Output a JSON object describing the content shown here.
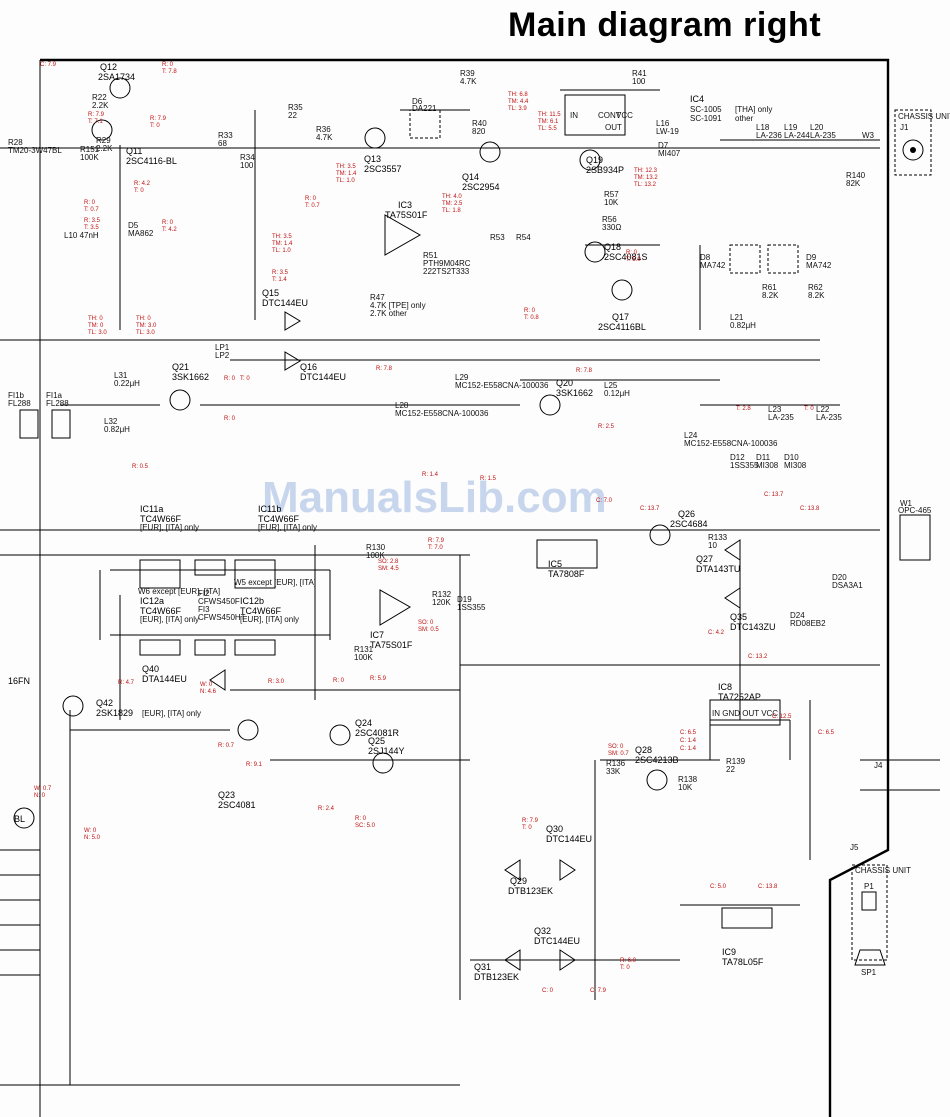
{
  "title": "Main diagram right",
  "watermark": "ManualsLib.com",
  "ics": [
    {
      "ref": "IC3",
      "part": "TA75S01F"
    },
    {
      "ref": "IC4",
      "part": "SC-1005",
      "note": "[THA] only",
      "part2": "SC-1091",
      "note2": "other"
    },
    {
      "ref": "IC5",
      "part": "TA7808F"
    },
    {
      "ref": "IC7",
      "part": "TA75S01F"
    },
    {
      "ref": "IC8",
      "part": "TA7252AP"
    },
    {
      "ref": "IC9",
      "part": "TA78L05F"
    },
    {
      "ref": "IC11a",
      "part": "TC4W66F",
      "note": "[EUR], [ITA] only"
    },
    {
      "ref": "IC11b",
      "part": "TC4W66F",
      "note": "[EUR], [ITA] only"
    },
    {
      "ref": "IC12a",
      "part": "TC4W66F",
      "note": "[EUR], [ITA] only"
    },
    {
      "ref": "IC12b",
      "part": "TC4W66F",
      "note": "[EUR], [ITA] only"
    }
  ],
  "transistors": [
    {
      "ref": "Q11",
      "part": "2SC4116-BL"
    },
    {
      "ref": "Q12",
      "part": "2SA1734"
    },
    {
      "ref": "Q13",
      "part": "2SC3557"
    },
    {
      "ref": "Q14",
      "part": "2SC2954"
    },
    {
      "ref": "Q15",
      "part": "DTC144EU"
    },
    {
      "ref": "Q16",
      "part": "DTC144EU"
    },
    {
      "ref": "Q17",
      "part": "2SC4116BL"
    },
    {
      "ref": "Q18",
      "part": "2SC4081S"
    },
    {
      "ref": "Q19",
      "part": "2SB934P"
    },
    {
      "ref": "Q20",
      "part": "3SK1662"
    },
    {
      "ref": "Q21",
      "part": "3SK1662"
    },
    {
      "ref": "Q23",
      "part": "2SC4081"
    },
    {
      "ref": "Q24",
      "part": "2SC4081R"
    },
    {
      "ref": "Q25",
      "part": "2SJ144Y"
    },
    {
      "ref": "Q26",
      "part": "2SC4684"
    },
    {
      "ref": "Q27",
      "part": "DTA143TU"
    },
    {
      "ref": "Q28",
      "part": "2SC4213B"
    },
    {
      "ref": "Q29",
      "part": "DTB123EK"
    },
    {
      "ref": "Q30",
      "part": "DTC144EU"
    },
    {
      "ref": "Q31",
      "part": "DTB123EK"
    },
    {
      "ref": "Q32",
      "part": "DTC144EU"
    },
    {
      "ref": "Q35",
      "part": "DTC143ZU"
    },
    {
      "ref": "Q40",
      "part": "DTA144EU"
    },
    {
      "ref": "Q42",
      "part": "2SK1829",
      "note": "[EUR], [ITA] only"
    }
  ],
  "connectors": {
    "chassis_top": "CHASSIS UNIT",
    "j1": "J1",
    "w1": "W1",
    "w1_part": "OPC-465",
    "w3": "W3",
    "j4": "J4",
    "j5": "J5",
    "chassis_bottom": "CHASSIS UNIT",
    "p1": "P1",
    "sp1": "SP1"
  },
  "filters": [
    {
      "ref": "FI1b",
      "part": "FL288"
    },
    {
      "ref": "FI1a",
      "part": "FL288"
    },
    {
      "ref": "FI2",
      "part": "CFWS450F"
    },
    {
      "ref": "FI3",
      "part": "CFWS450HT"
    }
  ],
  "side_labels": {
    "r28": "R28",
    "r28_part": "TM20-3W47BL",
    "fn": "16FN",
    "bl": "BL"
  },
  "small_labels": {
    "r151": "R151",
    "r151_v": "100K",
    "r22": "R22",
    "r22_v": "2.2K",
    "r29": "R29",
    "r29_v": "2.2K",
    "r33": "R33",
    "r33_v": "68",
    "r34": "R34",
    "r34_v": "100",
    "r35": "R35",
    "r35_v": "22",
    "r36": "R36",
    "r36_v": "4.7K",
    "r39": "R39",
    "r39_v": "4.7K",
    "r40": "R40",
    "r40_v": "820",
    "r41": "R41",
    "r41_v": "100",
    "r53": "R53",
    "r54": "R54",
    "r56": "R56",
    "r56_v": "330Ω",
    "r57": "R57",
    "r57_v": "10K",
    "r61": "R61",
    "r61_v": "8.2K",
    "r62": "R62",
    "r62_v": "8.2K",
    "r140": "R140",
    "r140_v": "82K",
    "r130": "R130",
    "r130_v": "100K",
    "r131": "R131",
    "r131_v": "100K",
    "r132": "R132",
    "r132_v": "120K",
    "r133": "R133",
    "r133_v": "10",
    "r136": "R136",
    "r136_v": "33K",
    "r138": "R138",
    "r138_v": "10K",
    "r139": "R139",
    "r139_v": "22",
    "l10": "L10 47nH",
    "l16": "L16",
    "l16_v": "LW-19",
    "l18": "L18",
    "l18_v": "LA-236",
    "l19": "L19",
    "l19_v": "LA-244",
    "l20": "L20",
    "l20_v": "LA-235",
    "l21": "L21",
    "l21_v": "0.82μH",
    "l23": "L23",
    "l23_v": "LA-235",
    "l22": "L22",
    "l22_v": "LA-235",
    "l25": "L25",
    "l25_v": "0.12μH",
    "l31": "L31",
    "l31_v": "0.22μH",
    "l32": "L32",
    "l32_v": "0.82μH",
    "d5": "D5",
    "d5_v": "MA862",
    "d6": "D6",
    "d6_v": "DA221",
    "d7": "D7",
    "d7_v": "MI407",
    "d8": "D8",
    "d8_v": "MA742",
    "d9": "D9",
    "d9_v": "MA742",
    "d10": "D10",
    "d10_v": "MI308",
    "d11": "D11",
    "d11_v": "MI308",
    "d12": "D12",
    "d12_v": "1SS355",
    "d19": "D19",
    "d19_v": "1SS355",
    "d20": "D20",
    "d20_v": "DSA3A1",
    "d24": "D24",
    "d24_v": "RD08EB2",
    "r51": "R51",
    "r51_v": "PTH9M04RC",
    "r51_v2": "222TS2T333",
    "r47": "R47",
    "r47_v": "4.7K [TPE] only",
    "r47_v2": "2.7K other",
    "lp1": "LP1",
    "lp2": "LP2",
    "l28": "L28",
    "l28_v": "MC152-E558CNA-100036",
    "l29": "L29",
    "l29_v": "MC152-E558CNA-100036",
    "l24": "L24",
    "l24_v": "MC152-E558CNA-100036",
    "w6": "W6 except [EUR], [ITA]",
    "w5": "W5 except [EUR], [ITA]",
    "ic4_vcc": "VCC",
    "ic4_cont": "CONT",
    "ic4_in": "IN",
    "ic4_out": "OUT",
    "ic8_pins": "IN GND OUT VCC"
  },
  "voltages": {
    "r1": "R: 0",
    "r2": "T: 7.8",
    "r3": "R: 7.9",
    "r4": "T: 7.1",
    "r5": "R: 7.9",
    "r6": "T: 0",
    "r7": "R: 4.2",
    "r8": "T: 0",
    "r9": "R: 0",
    "r10": "T: 0.7",
    "r11": "R: 0",
    "r12": "T: 4.2",
    "r13": "R: 3.5",
    "r14": "T: 3.5",
    "r15": "TH: 6.8",
    "r16": "TM: 4.4",
    "r17": "TL: 3.9",
    "r18": "TH: 11.5",
    "r19": "TM: 6.1",
    "r20": "TL: 5.5",
    "r21": "TH: 12.3",
    "r22": "TM: 13.2",
    "r23": "TL: 13.2",
    "r24": "TH: 3.5",
    "r25": "TM: 1.4",
    "r26": "TL: 1.0",
    "r27": "TH: 3.5",
    "r28": "TM: 1.4",
    "r29": "TL: 1.0",
    "r30": "TH: 4.0",
    "r31": "TM: 2.5",
    "r32": "TL: 1.8",
    "r33": "TH: 0",
    "r34": "TM: 0",
    "r35": "TL: 3.0",
    "r36": "TH: 0",
    "r37": "TM: 3.0",
    "r38": "TL: 3.0",
    "r39": "R: 0",
    "r40": "T: 0.7",
    "r41": "R: 0",
    "r42": "T: 5.0",
    "r43": "R: 0",
    "r44": "T: 0.8",
    "r45": "R: 3.5",
    "r46": "T: 1.4",
    "r47": "C: 7.9",
    "r48": "C: 13.7",
    "r49": "C: 13.8",
    "r50": "C: 13.2",
    "r51": "C: 12.5",
    "r52": "C: 6.5",
    "r53": "C: 6.5",
    "r54": "C: 1.4",
    "r55": "C: 1.4",
    "r56": "C: 4.2",
    "r57": "C: 5.0",
    "r58": "C: 13.8",
    "r59": "C: 7.9",
    "r60": "C: 0",
    "r61": "R: 7.8",
    "r62": "R: 7.9",
    "r63": "T: 7.0",
    "r64": "SO: 2.8",
    "r65": "SM: 4.5",
    "r66": "SO: 0",
    "r67": "SM: 0.5",
    "r68": "W: 0",
    "r69": "N: 4.6",
    "r70": "R: 4.7",
    "r71": "R: 3.0",
    "r72": "R: 5.9",
    "r73": "R: 0",
    "r74": "SO: 0",
    "r75": "SM: 0.7",
    "r76": "R: 0",
    "r77": "SC: 5.0",
    "r78": "R: 7.9",
    "r79": "T: 0",
    "r80": "R: 6.0",
    "r81": "T: 0",
    "r82": "W: 0.7",
    "r83": "N: 0",
    "r84": "W: 0",
    "r85": "N: 5.0",
    "r86": "R: 0.7",
    "r87": "R: 9.1",
    "r88": "R: 2.4",
    "r89": "R: 2.5",
    "r90": "R: 0.5",
    "r91": "R: 1.5",
    "r92": "R: 0",
    "r93": "R: 1.4",
    "r94": "T: 2.8",
    "r95": "T: 0",
    "r96": "R: 7.8",
    "r97": "C: 7.0",
    "r98": "R: 0",
    "r99": "T: 0",
    "r100": "C: 13.7"
  }
}
